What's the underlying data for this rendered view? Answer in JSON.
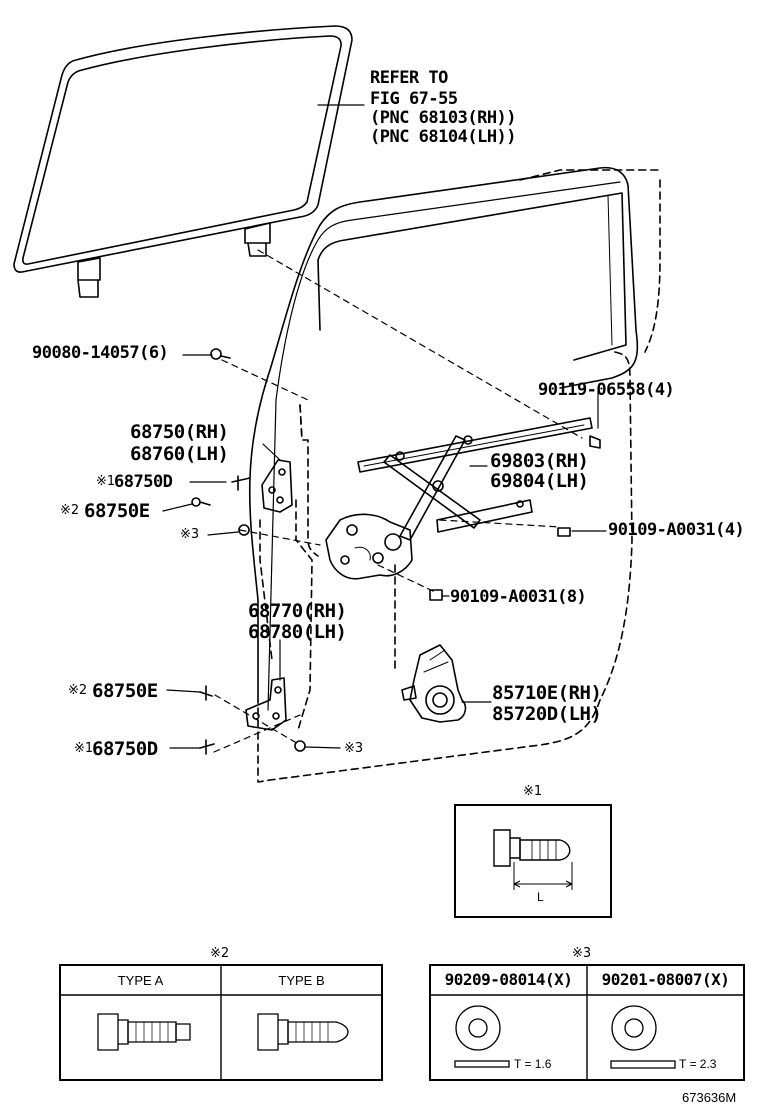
{
  "refer_note": {
    "line1": "REFER TO",
    "line2": "FIG 67-55",
    "line3": "(PNC 68103(RH))",
    "line4": "(PNC 68104(LH))"
  },
  "parts": {
    "bolt_90080": "90080-14057(6)",
    "bolt_90119": "90119-06558(4)",
    "hinge_upper_rh": "68750(RH)",
    "hinge_upper_lh": "68760(LH)",
    "bolt_d_upper": "68750D",
    "bolt_e_upper": "68750E",
    "regulator_rh": "69803(RH)",
    "regulator_lh": "69804(LH)",
    "bolt_90109_4": "90109-A0031(4)",
    "hinge_lower_rh": "68770(RH)",
    "hinge_lower_lh": "68780(LH)",
    "bolt_90109_8": "90109-A0031(8)",
    "bolt_e_lower": "68750E",
    "motor_rh": "85710E(RH)",
    "motor_lh": "85720D(LH)",
    "bolt_d_lower": "68750D"
  },
  "marks": {
    "m1": "※1",
    "m2": "※2",
    "m3": "※3"
  },
  "detail1": {
    "title": "※1",
    "dim_label": "L"
  },
  "detail2": {
    "title": "※2",
    "type_a": "TYPE A",
    "type_b": "TYPE B"
  },
  "detail3": {
    "title": "※3",
    "col1_header": "90209-08014(X)",
    "col2_header": "90201-08007(X)",
    "col1_thickness": "T = 1.6",
    "col2_thickness": "T = 2.3"
  },
  "figure_id": "673636M"
}
